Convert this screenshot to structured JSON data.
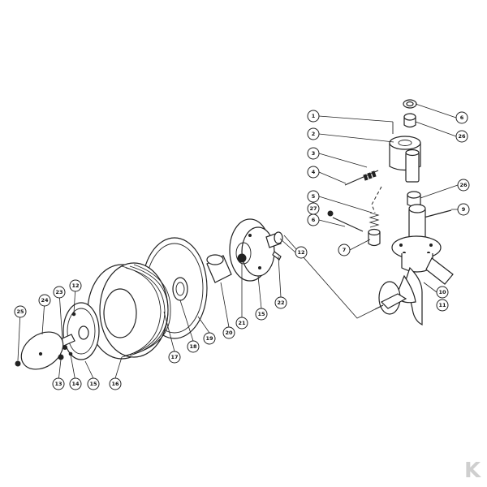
{
  "diagram": {
    "callouts": [
      {
        "id": "c1",
        "label": "1"
      },
      {
        "id": "c2",
        "label": "2"
      },
      {
        "id": "c3",
        "label": "3"
      },
      {
        "id": "c4",
        "label": "4"
      },
      {
        "id": "c5",
        "label": "5"
      },
      {
        "id": "c27",
        "label": "27"
      },
      {
        "id": "c6a",
        "label": "6"
      },
      {
        "id": "c7",
        "label": "7"
      },
      {
        "id": "c6b",
        "label": "6"
      },
      {
        "id": "c26a",
        "label": "26"
      },
      {
        "id": "c26b",
        "label": "26"
      },
      {
        "id": "c9",
        "label": "9"
      },
      {
        "id": "c10",
        "label": "10"
      },
      {
        "id": "c11",
        "label": "11"
      },
      {
        "id": "c12a",
        "label": "12"
      },
      {
        "id": "c22",
        "label": "22"
      },
      {
        "id": "c15a",
        "label": "15"
      },
      {
        "id": "c21",
        "label": "21"
      },
      {
        "id": "c20",
        "label": "20"
      },
      {
        "id": "c19",
        "label": "19"
      },
      {
        "id": "c18",
        "label": "18"
      },
      {
        "id": "c17",
        "label": "17"
      },
      {
        "id": "c16",
        "label": "16"
      },
      {
        "id": "c15b",
        "label": "15"
      },
      {
        "id": "c14",
        "label": "14"
      },
      {
        "id": "c13",
        "label": "13"
      },
      {
        "id": "c12b",
        "label": "12"
      },
      {
        "id": "c23",
        "label": "23"
      },
      {
        "id": "c24",
        "label": "24"
      },
      {
        "id": "c25",
        "label": "25"
      }
    ]
  },
  "watermark": {
    "text": "K",
    "color": "#cfcfcf"
  }
}
